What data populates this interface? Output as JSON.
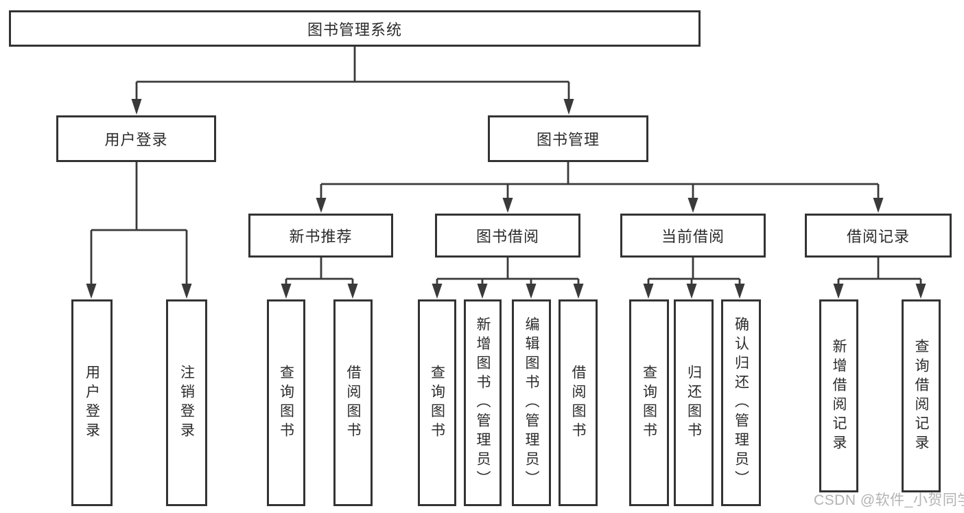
{
  "diagram": {
    "root": {
      "label": "图书管理系统"
    },
    "level2": [
      {
        "label": "用户登录"
      },
      {
        "label": "图书管理"
      }
    ],
    "level3": [
      {
        "label": "新书推荐"
      },
      {
        "label": "图书借阅"
      },
      {
        "label": "当前借阅"
      },
      {
        "label": "借阅记录"
      }
    ],
    "leaves": [
      {
        "label": "用户登录"
      },
      {
        "label": "注销登录"
      },
      {
        "label": "查询图书"
      },
      {
        "label": "借阅图书"
      },
      {
        "label": "查询图书"
      },
      {
        "label": "新增图书（管理员）"
      },
      {
        "label": "编辑图书（管理员）"
      },
      {
        "label": "借阅图书"
      },
      {
        "label": "查询图书"
      },
      {
        "label": "归还图书"
      },
      {
        "label": "确认归还（管理员）"
      },
      {
        "label": "新增借阅记录"
      },
      {
        "label": "查询借阅记录"
      }
    ]
  },
  "watermark": {
    "text": "CSDN @软件_小贺同学"
  },
  "colors": {
    "line": "#3a3a3a",
    "border": "#333333",
    "text": "#2b2b2b",
    "watermark": "#b3b3b3",
    "background": "#ffffff"
  }
}
